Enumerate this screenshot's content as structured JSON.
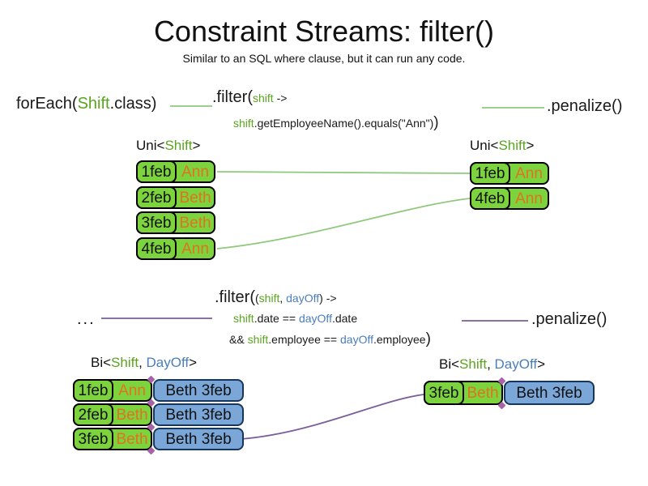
{
  "title": "Constraint Streams: filter()",
  "subtitle": "Similar to an SQL where clause, but it can run any code.",
  "colors": {
    "green_text": "#5aa41f",
    "blue_text": "#4a7ebb",
    "orange_text": "#e0731d",
    "green_fill": "#7cd33e",
    "blue_fill": "#7ba7d8",
    "blue_border": "#16365c",
    "line_green": "#90c97d",
    "line_purple": "#7a5e99",
    "diamond": "#a863a8"
  },
  "s1": {
    "foreach": {
      "pre": "forEach(",
      "cls": "Shift",
      "post": ".class)"
    },
    "filter": {
      "method": ".filter(",
      "arg": "shift",
      "arrow": " ->"
    },
    "filter_body": {
      "var": "shift",
      "rest": ".getEmployeeName().equals(\"Ann\")",
      "close": ")"
    },
    "penalize": ".penalize()",
    "uni_label": {
      "pre": "Uni<",
      "type": "Shift",
      "post": ">"
    },
    "left_rows": [
      {
        "date": "1feb",
        "name": "Ann"
      },
      {
        "date": "2feb",
        "name": "Beth"
      },
      {
        "date": "3feb",
        "name": "Beth"
      },
      {
        "date": "4feb",
        "name": "Ann"
      }
    ],
    "right_rows": [
      {
        "date": "1feb",
        "name": "Ann"
      },
      {
        "date": "4feb",
        "name": "Ann"
      }
    ]
  },
  "s2": {
    "dots": "...",
    "filter": {
      "method": ".filter(",
      "p_open": "(",
      "arg1": "shift",
      "comma": ", ",
      "arg2": "dayOff",
      "p_close": ")",
      "arrow": " ->"
    },
    "body1": {
      "v1": "shift",
      "t1": ".date == ",
      "v2": "dayOff",
      "t2": ".date"
    },
    "body2": {
      "amp": "&& ",
      "v1": "shift",
      "t1": ".employee == ",
      "v2": "dayOff",
      "t2": ".employee",
      "close": ")"
    },
    "penalize": ".penalize()",
    "bi_label": {
      "pre": "Bi<",
      "t1": "Shift",
      "comma": ", ",
      "t2": "DayOff",
      "post": ">"
    },
    "left_rows": [
      {
        "date": "1feb",
        "name": "Ann",
        "pair": "Beth 3feb"
      },
      {
        "date": "2feb",
        "name": "Beth",
        "pair": "Beth 3feb"
      },
      {
        "date": "3feb",
        "name": "Beth",
        "pair": "Beth 3feb"
      }
    ],
    "right_rows": [
      {
        "date": "3feb",
        "name": "Beth",
        "pair": "Beth 3feb"
      }
    ]
  }
}
